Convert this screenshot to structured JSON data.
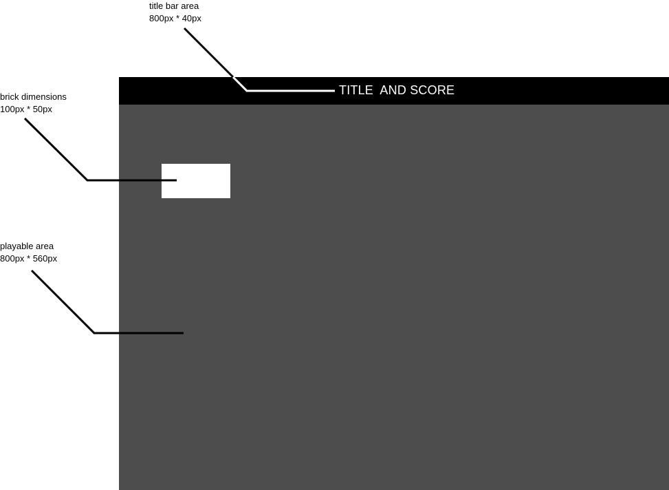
{
  "annotations": {
    "title_bar": {
      "label": "title bar area",
      "size": "800px * 40px"
    },
    "brick": {
      "label": "brick dimensions",
      "size": "100px * 50px"
    },
    "playable": {
      "label": "playable area",
      "size": "800px * 560px"
    }
  },
  "game": {
    "title_text": "TITLE  AND SCORE"
  },
  "colors": {
    "title_bar": "#000000",
    "playable_area": "#4d4d4d",
    "brick": "#ffffff",
    "leader_line": "#000000",
    "title_leader_line": "#ffffff"
  }
}
